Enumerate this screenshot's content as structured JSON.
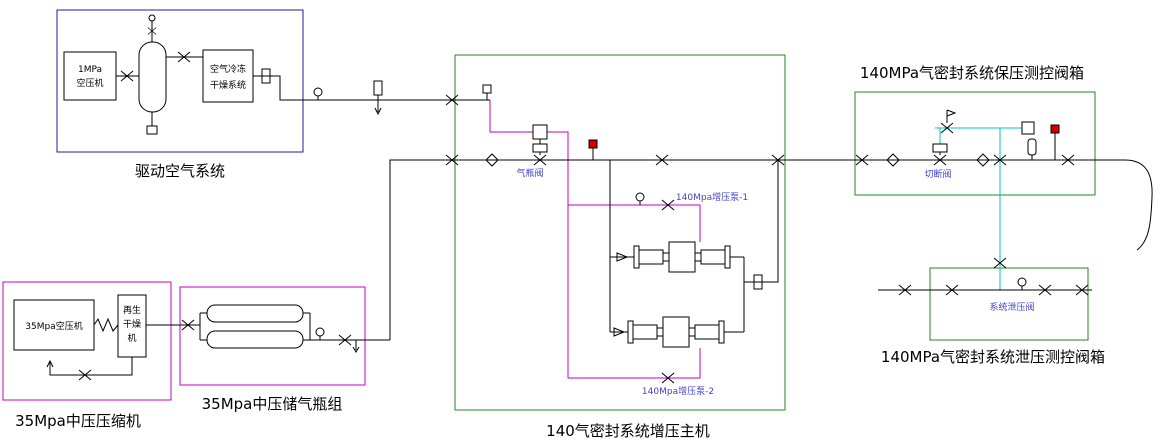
{
  "colors": {
    "line": "#000000",
    "navy": "#1c1c96",
    "magenta": "#c400c4",
    "green": "#1e8a1e",
    "cyan": "#00c3c3",
    "blue_text": "#4343c8",
    "red": "#d40000"
  },
  "systems": {
    "drive_air": {
      "title": "驱动空气系统",
      "compressor": {
        "line1": "1MPa",
        "line2": "空压机"
      },
      "dryer": {
        "line1": "空气冷冻",
        "line2": "干燥系统"
      }
    },
    "mp_compressor": {
      "title": "35Mpa中压压缩机",
      "compressor": "35Mpa空压机",
      "regen_dryer": {
        "line1": "再生",
        "line2": "干燥",
        "line3": "机"
      }
    },
    "mp_storage": {
      "title": "35Mpa中压储气瓶组"
    },
    "booster_main": {
      "title": "140气密封系统增压主机",
      "cylinder_valve": "气瓶阀",
      "pump1": "140Mpa增压泵-1",
      "pump2": "140Mpa增压泵-2"
    },
    "holding_box": {
      "title": "140MPa气密封系统保压测控阀箱",
      "cutoff_valve": "切断阀"
    },
    "relief_box": {
      "title": "140MPa气密封系统泄压测控阀箱",
      "relief_valve": "系统泄压阀"
    }
  }
}
